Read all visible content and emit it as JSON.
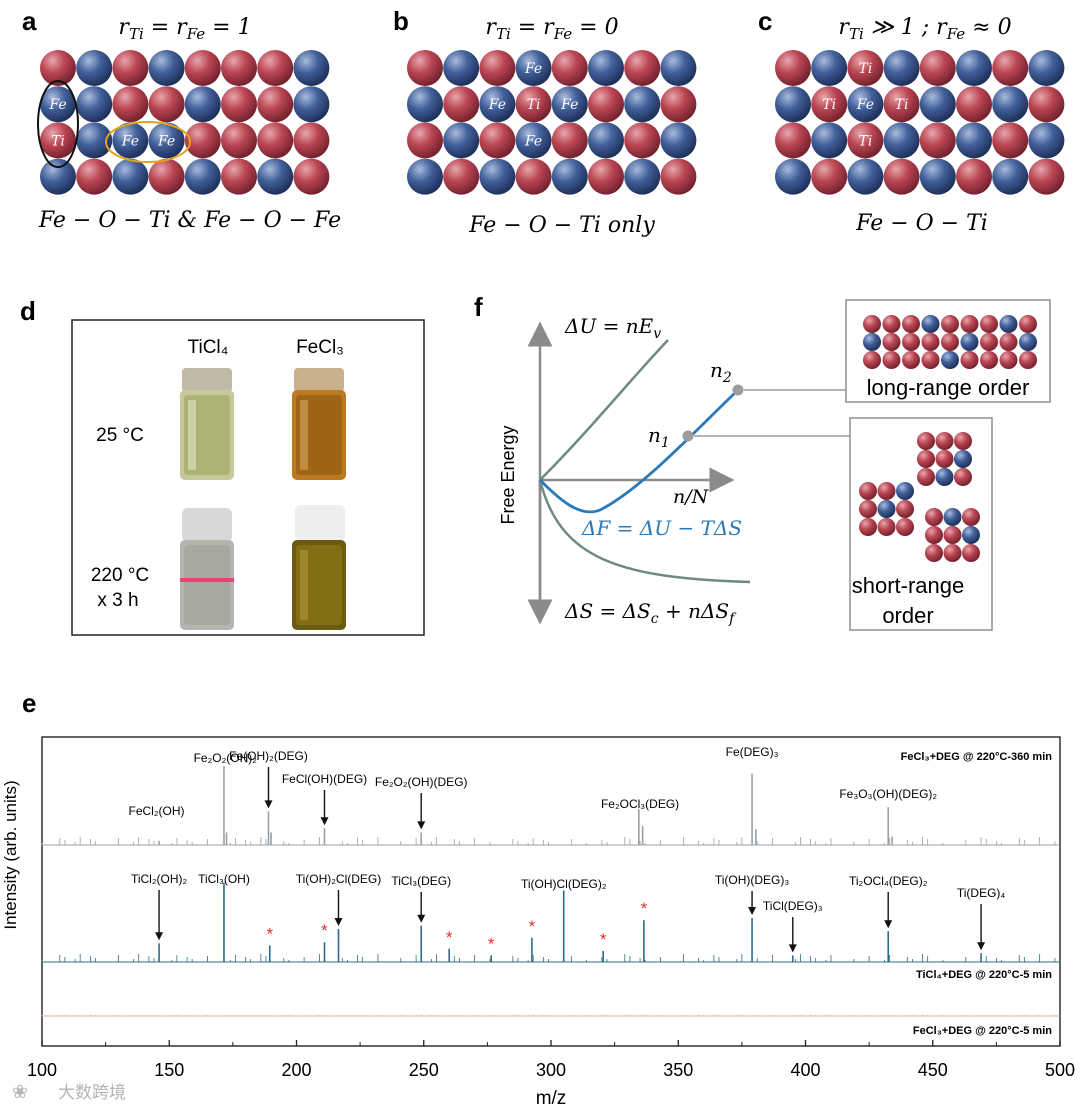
{
  "panels": {
    "a": {
      "letter": "a",
      "title": "r_Ti = r_Fe = 1",
      "bottom": "Fe − O − Ti  &  Fe − O − Fe",
      "labels": [
        {
          "row": 1,
          "col": 0,
          "text": "Fe"
        },
        {
          "row": 2,
          "col": 0,
          "text": "Ti"
        },
        {
          "row": 2,
          "col": 2,
          "text": "Fe"
        },
        {
          "row": 2,
          "col": 3,
          "text": "Fe"
        }
      ]
    },
    "b": {
      "letter": "b",
      "title": "r_Ti = r_Fe = 0",
      "bottom": "Fe − O − Ti   only",
      "labels": [
        {
          "row": 0,
          "col": 3,
          "text": "Fe"
        },
        {
          "row": 1,
          "col": 2,
          "text": "Fe"
        },
        {
          "row": 1,
          "col": 3,
          "text": "Ti"
        },
        {
          "row": 1,
          "col": 4,
          "text": "Fe"
        },
        {
          "row": 2,
          "col": 3,
          "text": "Fe"
        }
      ]
    },
    "c": {
      "letter": "c",
      "title": "r_Ti ≫ 1 ; r_Fe ≈ 0",
      "bottom": "Fe − O − Ti",
      "labels": [
        {
          "row": 0,
          "col": 2,
          "text": "Ti"
        },
        {
          "row": 1,
          "col": 1,
          "text": "Ti"
        },
        {
          "row": 1,
          "col": 2,
          "text": "Fe"
        },
        {
          "row": 1,
          "col": 3,
          "text": "Ti"
        },
        {
          "row": 2,
          "col": 2,
          "text": "Ti"
        }
      ]
    },
    "d": {
      "letter": "d",
      "col1": "TiCl₄",
      "col2": "FeCl₃",
      "row1": "25 °C",
      "row2a": "220 °C",
      "row2b": "x 3 h"
    },
    "f": {
      "letter": "f",
      "ylabel": "Free Energy",
      "du_label": "ΔU = nE_v",
      "ds_label": "ΔS = ΔS_c + nΔS_f",
      "df_label": "ΔF = ΔU − TΔS",
      "n_over_N": "n/N",
      "n1": "n₁",
      "n2": "n₂",
      "long_range": "long-range order",
      "short_range_1": "short-range",
      "short_range_2": "order"
    },
    "e": {
      "letter": "e"
    }
  },
  "colors": {
    "red_atom": "#b8424f",
    "blue_atom": "#3f5f97",
    "panel_f_curve": "#2a79b9",
    "grey_curve": "#6e8a82",
    "spectrum_top": "#9aa0a6",
    "spectrum_mid": "#2b6e8a",
    "spectrum_bottom": "#e0a89a",
    "asterisk": "#e0302a"
  },
  "chart_data": {
    "type": "line",
    "xlabel": "m/z",
    "ylabel": "Intensity (arb. units)",
    "xlim": [
      100,
      500
    ],
    "xticks": [
      100,
      150,
      200,
      250,
      300,
      350,
      400,
      450,
      500
    ],
    "series": [
      {
        "name": "FeCl₃+DEG @ 220°C-360 min",
        "peaks": [
          {
            "x": 146,
            "y": 0.04
          },
          {
            "x": 171.5,
            "y": 0.75
          },
          {
            "x": 172.5,
            "y": 0.12
          },
          {
            "x": 189,
            "y": 0.32
          },
          {
            "x": 190,
            "y": 0.12
          },
          {
            "x": 211,
            "y": 0.16
          },
          {
            "x": 249,
            "y": 0.12
          },
          {
            "x": 334.5,
            "y": 0.34
          },
          {
            "x": 336,
            "y": 0.18
          },
          {
            "x": 379,
            "y": 0.68
          },
          {
            "x": 380.5,
            "y": 0.15
          },
          {
            "x": 432.5,
            "y": 0.36
          },
          {
            "x": 434,
            "y": 0.08
          }
        ],
        "annotations": [
          {
            "x": 145,
            "text": "FeCl₂(OH)"
          },
          {
            "x": 172,
            "text": "Fe₂O₂(OH)₂"
          },
          {
            "x": 189,
            "text": "Fe(OH)₂(DEG)",
            "arrow": true
          },
          {
            "x": 211,
            "text": "FeCl(OH)(DEG)",
            "arrow": true
          },
          {
            "x": 249,
            "text": "Fe₂O₂(OH)(DEG)",
            "arrow": true
          },
          {
            "x": 335,
            "text": "Fe₂OCl₃(DEG)"
          },
          {
            "x": 379,
            "text": "Fe(DEG)₃"
          },
          {
            "x": 432.5,
            "text": "Fe₃O₃(OH)(DEG)₂"
          }
        ]
      },
      {
        "name": "TiCl₄+DEG @ 220°C-5 min",
        "peaks": [
          {
            "x": 146,
            "y": 0.17
          },
          {
            "x": 171.5,
            "y": 0.72
          },
          {
            "x": 189.5,
            "y": 0.15
          },
          {
            "x": 211,
            "y": 0.18
          },
          {
            "x": 216.5,
            "y": 0.3
          },
          {
            "x": 249,
            "y": 0.33
          },
          {
            "x": 260,
            "y": 0.12
          },
          {
            "x": 276.5,
            "y": 0.06
          },
          {
            "x": 292.5,
            "y": 0.22
          },
          {
            "x": 305,
            "y": 0.65
          },
          {
            "x": 320.5,
            "y": 0.1
          },
          {
            "x": 336.5,
            "y": 0.38
          },
          {
            "x": 379,
            "y": 0.4
          },
          {
            "x": 395,
            "y": 0.06
          },
          {
            "x": 432.5,
            "y": 0.28
          },
          {
            "x": 469,
            "y": 0.08
          }
        ],
        "annotations": [
          {
            "x": 146,
            "text": "TiCl₂(OH)₂",
            "arrow": true
          },
          {
            "x": 171.5,
            "text": "TiCl₃(OH)"
          },
          {
            "x": 216.5,
            "text": "Ti(OH)₂Cl(DEG)",
            "arrow": true
          },
          {
            "x": 249,
            "text": "TiCl₃(DEG)",
            "arrow": true
          },
          {
            "x": 305,
            "text": "Ti(OH)Cl(DEG)₂"
          },
          {
            "x": 379,
            "text": "Ti(OH)(DEG)₃",
            "arrow": true
          },
          {
            "x": 395,
            "text": "TiCl(DEG)₃",
            "arrow": true
          },
          {
            "x": 432.5,
            "text": "Ti₂OCl₄(DEG)₂",
            "arrow": true
          },
          {
            "x": 469,
            "text": "Ti(DEG)₄",
            "arrow": true
          }
        ],
        "asterisks": [
          189.5,
          211,
          260,
          276.5,
          292.5,
          320.5,
          336.5
        ]
      },
      {
        "name": "FeCl₃+DEG @ 220°C-5 min",
        "peaks": []
      }
    ]
  },
  "watermark": "大数跨境"
}
